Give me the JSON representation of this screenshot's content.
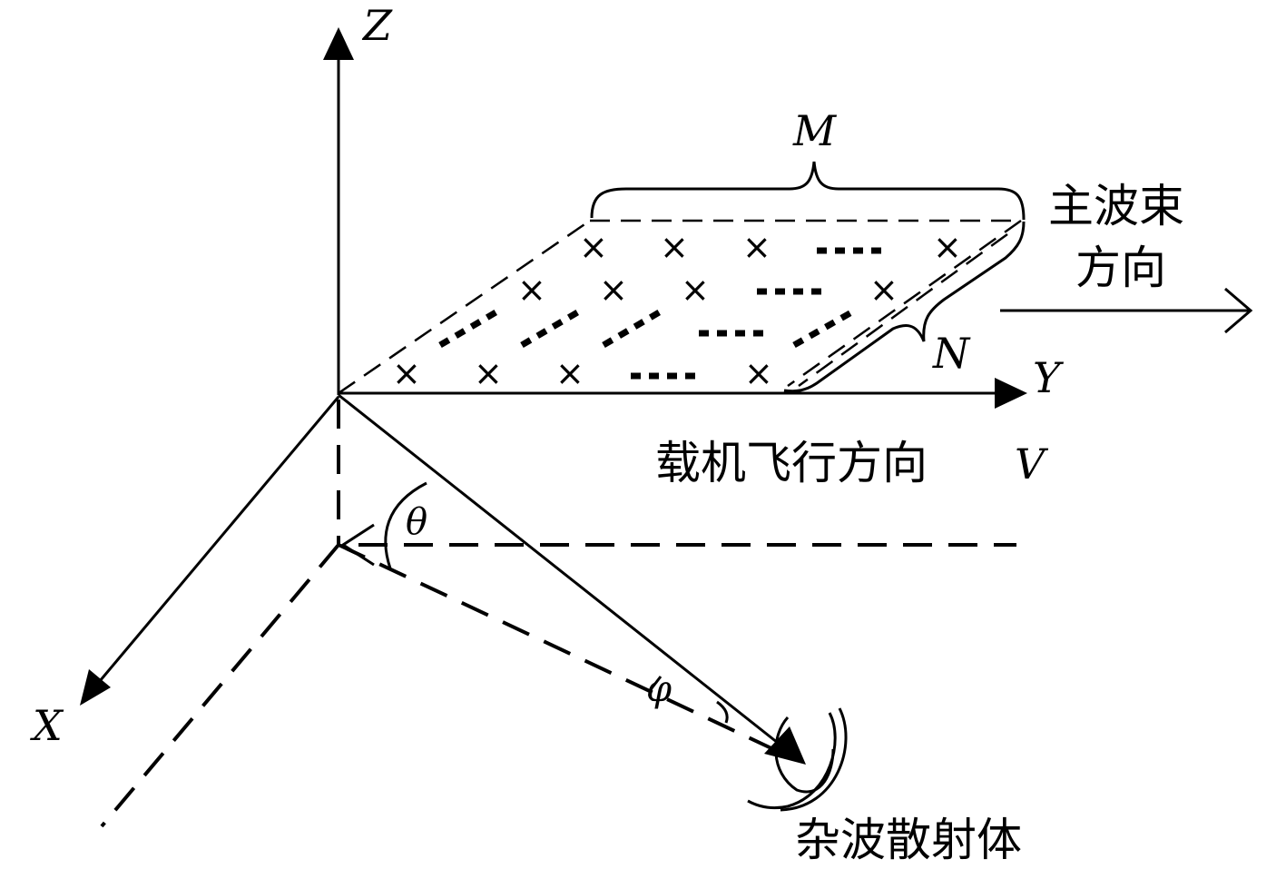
{
  "axes": {
    "x_label": "X",
    "y_label": "Y",
    "z_label": "Z"
  },
  "array": {
    "m_label": "M",
    "n_label": "N",
    "element_symbol": "×"
  },
  "labels": {
    "main_beam_line1": "主波束",
    "main_beam_line2": "方向",
    "flight_direction": "载机飞行方向",
    "velocity": "V",
    "theta": "θ",
    "phi": "φ",
    "clutter_scatterer": "杂波散射体"
  },
  "colors": {
    "stroke": "#000000",
    "background": "#ffffff"
  }
}
